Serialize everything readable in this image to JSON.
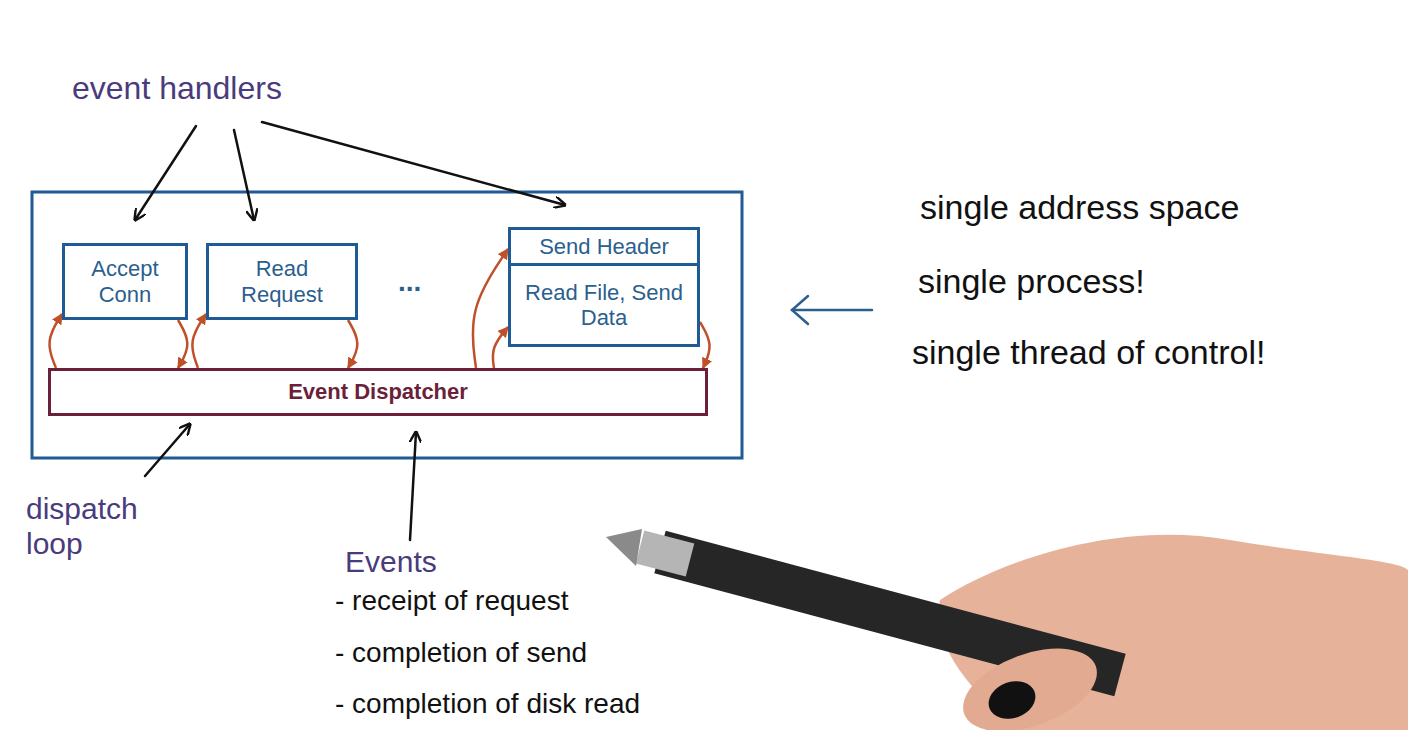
{
  "diagram": {
    "nodes": [
      {
        "text": [
          "Accept Conn"
        ]
      },
      {
        "text": [
          "Read Request"
        ]
      },
      {
        "text": [
          "Send Header",
          "Read File, Send Data"
        ]
      },
      {
        "text": [
          "Event Dispatcher"
        ]
      }
    ],
    "edges": [
      {
        "from": 3,
        "to": 0,
        "arrow": "to"
      },
      {
        "from": 0,
        "to": 3,
        "arrow": "to"
      },
      {
        "from": 3,
        "to": 1,
        "arrow": "to"
      },
      {
        "from": 1,
        "to": 3,
        "arrow": "to"
      },
      {
        "from": 3,
        "to": 2,
        "arrow": "to"
      },
      {
        "from": 3,
        "to": 2,
        "arrow": "to"
      },
      {
        "from": 2,
        "to": 3,
        "arrow": "to"
      }
    ],
    "labels": [
      "event handlers",
      "...",
      "dispatch loop",
      "Events",
      "- receipt of request",
      "- completion of send",
      "- completion of disk read",
      "single address space",
      "single process!",
      "single thread of control!"
    ]
  }
}
